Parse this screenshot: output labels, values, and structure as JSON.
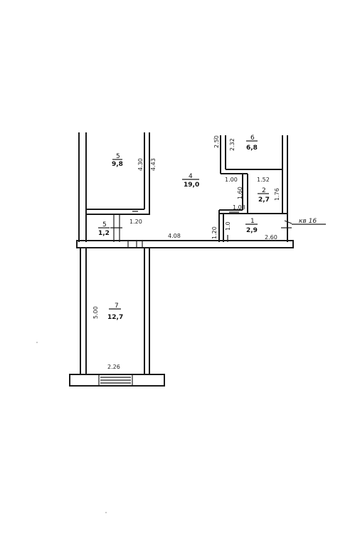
{
  "rooms": {
    "r5_top": {
      "num": "5",
      "area": "9,8"
    },
    "r4": {
      "num": "4",
      "area": "19,0"
    },
    "r6": {
      "num": "6",
      "area": "6,8"
    },
    "r2": {
      "num": "2",
      "area": "2,7"
    },
    "r5_small": {
      "num": "5",
      "area": "1,2"
    },
    "r1": {
      "num": "1",
      "area": "2,9"
    },
    "r7": {
      "num": "7",
      "area": "12,7"
    }
  },
  "dims": {
    "d430": "4.30",
    "d443": "4.43",
    "d120": "1.20",
    "d408": "4.08",
    "d250": "2.50",
    "d232": "2.32",
    "d100a": "1.00",
    "d152": "1.52",
    "d160": "1.60",
    "d176": "1.76",
    "d108": "1.08",
    "d120b": "1.20",
    "d100b": "1.0",
    "d260": "2.60",
    "d500": "5.00",
    "d226": "2.26"
  },
  "flat_label": "кв 16"
}
